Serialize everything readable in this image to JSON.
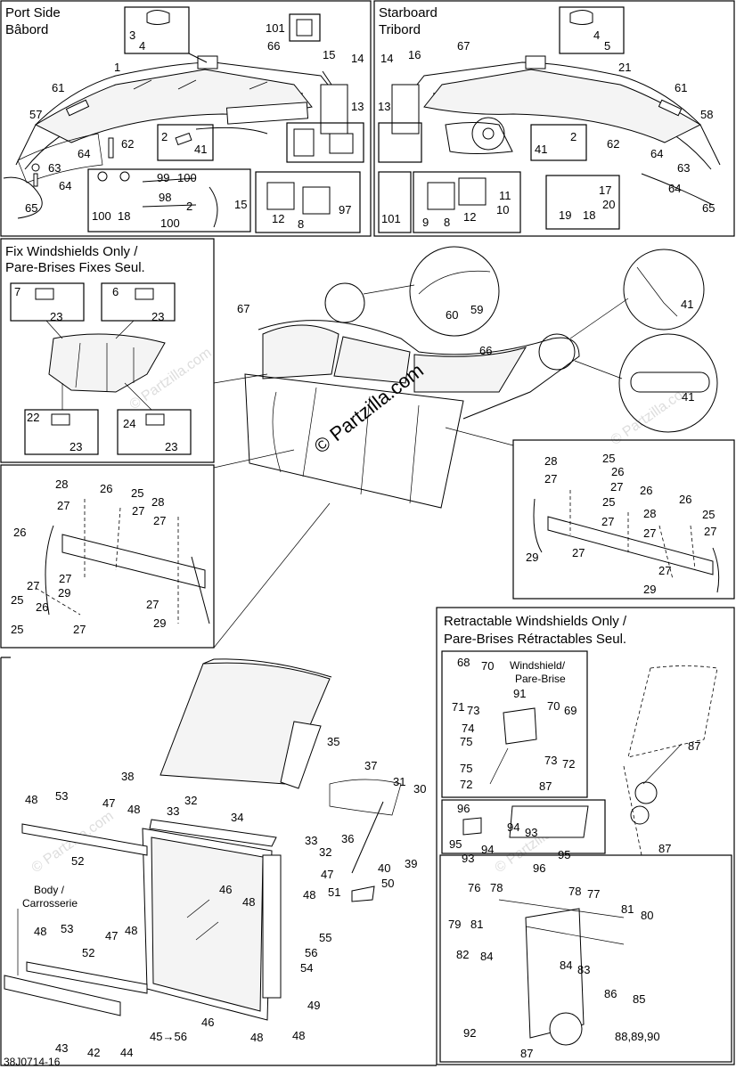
{
  "panels": {
    "port_title": "Port Side",
    "port_subtitle": "Bâbord",
    "starboard_title": "Starboard",
    "starboard_subtitle": "Tribord",
    "fix_title": "Fix Windshields Only /",
    "fix_subtitle": "Pare-Brises Fixes Seul.",
    "retract_title": "Retractable Windshields Only /",
    "retract_subtitle": "Pare-Brises Rétractables Seul.",
    "windshield_label": "Windshield/",
    "windshield_label2": "Pare-Brise",
    "body_label": "Body /",
    "body_label2": "Carrosserie"
  },
  "watermark": "© Partzilla.com",
  "watermark_faint": "© Partzilla.com",
  "footer_code": "38J0714-16",
  "callouts": {
    "port": [
      "3",
      "4",
      "101",
      "66",
      "1",
      "15",
      "14",
      "13",
      "61",
      "57",
      "62",
      "64",
      "63",
      "64",
      "65",
      "2",
      "41",
      "99",
      "100",
      "2",
      "15",
      "100",
      "18",
      "98",
      "100",
      "12",
      "8",
      "97"
    ],
    "starboard": [
      "4",
      "5",
      "14",
      "16",
      "67",
      "21",
      "61",
      "13",
      "58",
      "2",
      "41",
      "62",
      "64",
      "63",
      "64",
      "65",
      "101",
      "9",
      "8",
      "12",
      "11",
      "10",
      "17",
      "20",
      "19",
      "18"
    ],
    "fix": [
      "7",
      "23",
      "6",
      "23",
      "22",
      "23",
      "24",
      "23"
    ],
    "center": [
      "67",
      "66",
      "60",
      "59",
      "41",
      "41"
    ],
    "left_mid": [
      "28",
      "26",
      "25",
      "28",
      "27",
      "27",
      "27",
      "26",
      "27",
      "25",
      "27",
      "29",
      "27",
      "29",
      "26",
      "25",
      "27"
    ],
    "right_mid": [
      "28",
      "25",
      "26",
      "27",
      "27",
      "26",
      "25",
      "26",
      "27",
      "28",
      "25",
      "27",
      "27",
      "29",
      "27",
      "27",
      "29"
    ],
    "lower": [
      "35",
      "38",
      "37",
      "31",
      "30",
      "53",
      "48",
      "47",
      "48",
      "32",
      "33",
      "34",
      "40",
      "39",
      "52",
      "36",
      "33",
      "32",
      "47",
      "48",
      "46",
      "48",
      "51",
      "50",
      "53",
      "48",
      "47",
      "48",
      "52",
      "55",
      "56",
      "54",
      "43",
      "42",
      "44",
      "45→56",
      "46",
      "48",
      "49",
      "48"
    ],
    "retract_a": [
      "68",
      "70",
      "91",
      "71",
      "73",
      "70",
      "69",
      "74",
      "75",
      "75",
      "73",
      "72",
      "72",
      "87",
      "87",
      "87"
    ],
    "retract_b": [
      "96",
      "94",
      "93",
      "95",
      "93",
      "94",
      "95",
      "96"
    ],
    "retract_c": [
      "76",
      "78",
      "78",
      "77",
      "81",
      "80",
      "79",
      "81",
      "82",
      "84",
      "84",
      "83",
      "86",
      "85",
      "92",
      "87",
      "88,89,90"
    ]
  }
}
